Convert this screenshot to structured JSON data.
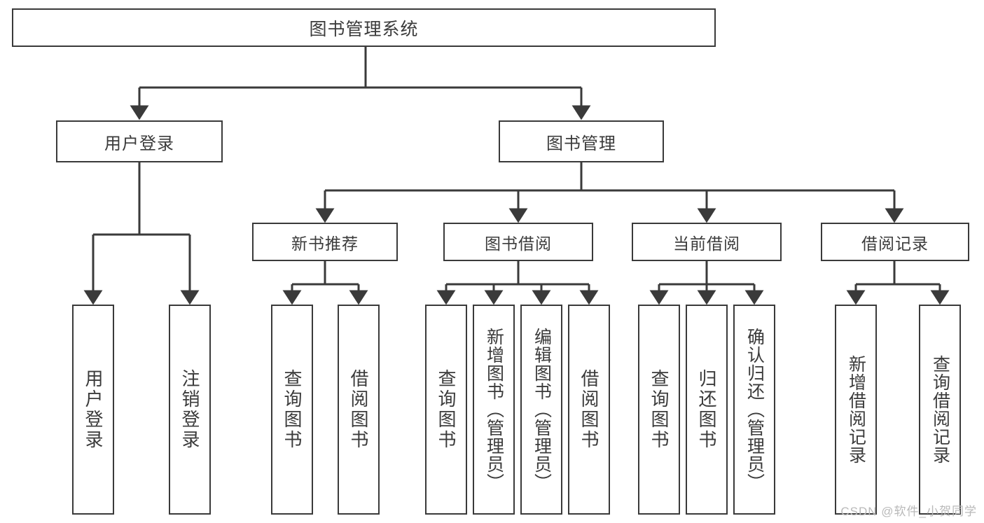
{
  "diagram": {
    "title": "图书管理系统",
    "type": "tree",
    "line_color": "#3a3a3a",
    "background_color": "#ffffff",
    "text_color": "#3b3b3b"
  },
  "nodes": {
    "root": {
      "label": "图书管理系统"
    },
    "level1": [
      {
        "label": "用户登录"
      },
      {
        "label": "图书管理"
      }
    ],
    "level2": [
      {
        "label": "新书推荐"
      },
      {
        "label": "图书借阅"
      },
      {
        "label": "当前借阅"
      },
      {
        "label": "借阅记录"
      }
    ],
    "leaves": {
      "user_login": [
        {
          "label": "用户登录"
        },
        {
          "label": "注销登录"
        }
      ],
      "new_book": [
        {
          "label": "查询图书"
        },
        {
          "label": "借阅图书"
        }
      ],
      "borrow_book": [
        {
          "label": "查询图书"
        },
        {
          "label": "新增图书（管理员）"
        },
        {
          "label": "编辑图书（管理员）"
        },
        {
          "label": "借阅图书"
        }
      ],
      "current_borrow": [
        {
          "label": "查询图书"
        },
        {
          "label": "归还图书"
        },
        {
          "label": "确认归还（管理员）"
        }
      ],
      "borrow_record": [
        {
          "label": "新增借阅记录"
        },
        {
          "label": "查询借阅记录"
        }
      ]
    }
  },
  "watermark": {
    "text": "CSDN @软件_小贺同学"
  }
}
